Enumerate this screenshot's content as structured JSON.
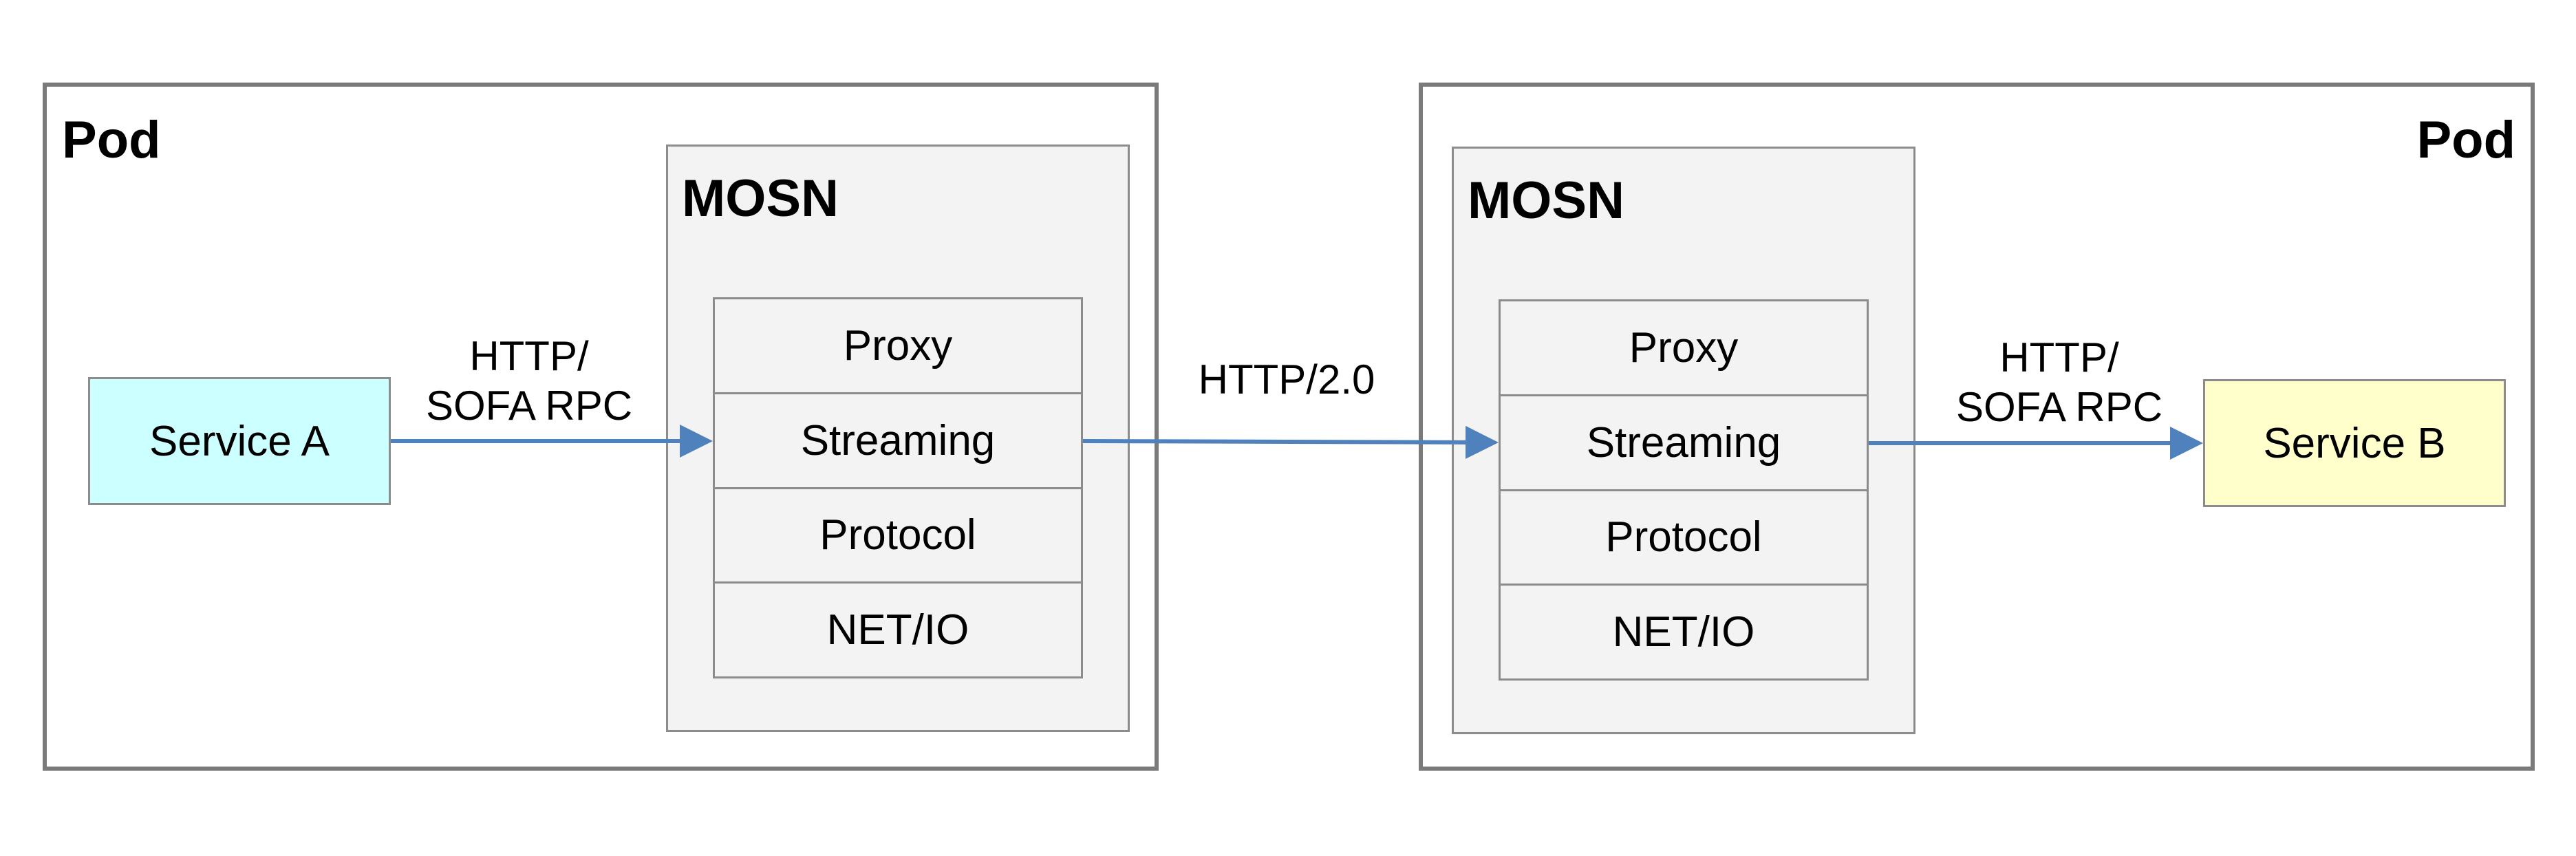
{
  "pods": [
    {
      "title": "Pod"
    },
    {
      "title": "Pod"
    }
  ],
  "mosn": [
    {
      "title": "MOSN",
      "layers": [
        "Proxy",
        "Streaming",
        "Protocol",
        "NET/IO"
      ]
    },
    {
      "title": "MOSN",
      "layers": [
        "Proxy",
        "Streaming",
        "Protocol",
        "NET/IO"
      ]
    }
  ],
  "services": [
    {
      "label": "Service A",
      "color": "#ccffff"
    },
    {
      "label": "Service B",
      "color": "#ffffcc"
    }
  ],
  "edges": [
    {
      "label_line1": "HTTP/",
      "label_line2": "SOFA RPC"
    },
    {
      "label_line1": "HTTP/2.0"
    },
    {
      "label_line1": "HTTP/",
      "label_line2": "SOFA RPC"
    }
  ],
  "colors": {
    "arrow": "#4f81bd"
  }
}
